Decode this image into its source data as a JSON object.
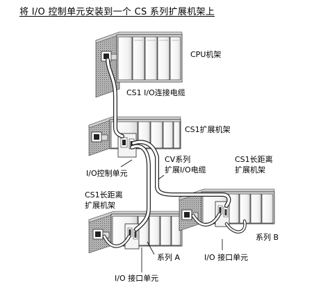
{
  "title": "将 I/O 控制单元安装到一个 CS 系列扩展机架上",
  "labels": {
    "cpu_rack": "CPU机架",
    "cs1_io_cable": "CS1 I/O连接电缆",
    "cs1_expansion_rack": "CS1扩展机架",
    "io_control_unit": "I/O控制单元",
    "cv_series_line1": "CV系列",
    "cv_series_line2": "扩展I/O电缆",
    "cs1_long_rack_right_line1": "CS1长距离",
    "cs1_long_rack_right_line2": "扩展机架",
    "cs1_long_rack_left_line1": "CS1长距离",
    "cs1_long_rack_left_line2": "扩展机架",
    "series_a": "系列 A",
    "series_b": "系列 B",
    "io_interface_unit_1": "I/O 接口单元",
    "io_interface_unit_2": "I/O 接口单元"
  }
}
